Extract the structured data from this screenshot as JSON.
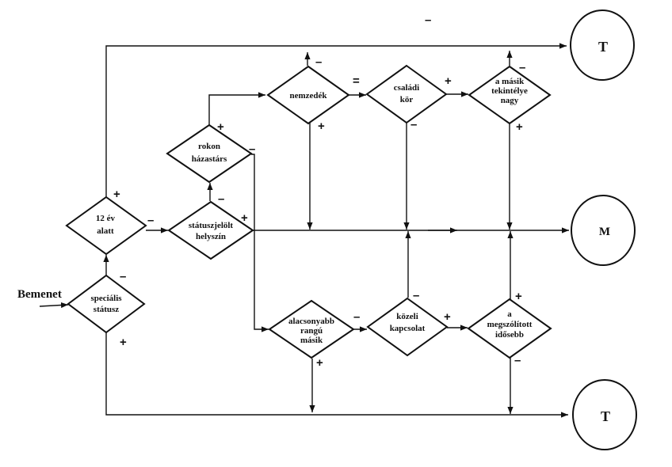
{
  "input_label": "Bemenet",
  "nodes": {
    "special_status": [
      "speciális",
      "státusz"
    ],
    "under_12": [
      "12 év",
      "alatt"
    ],
    "status_place": [
      "státuszjelölt",
      "helyszín"
    ],
    "relative_spouse": [
      "rokon",
      "házastárs"
    ],
    "generation": [
      "nemzedék"
    ],
    "family_circle": [
      "családi",
      "kör"
    ],
    "other_high_authority": [
      "a másik",
      "tekintélye",
      "nagy"
    ],
    "lower_rank_other": [
      "alacsonyabb",
      "rangú",
      "másik"
    ],
    "close_relation": [
      "közeli",
      "kapcsolat"
    ],
    "addressee_older": [
      "a",
      "megszólított",
      "idősebb"
    ]
  },
  "terminals": {
    "top": "T",
    "middle": "M",
    "bottom": "T"
  },
  "signs": {
    "top_minus": "–",
    "special_up_minus": "–",
    "special_down_plus": "+",
    "under12_up_plus": "+",
    "under12_right_minus": "–",
    "status_up_minus": "–",
    "status_right_plus": "+",
    "relative_up_plus": "+",
    "relative_right_minus": "–",
    "generation_up_minus": "–",
    "generation_right_equal": "=",
    "generation_down_plus": "+",
    "family_right_plus": "+",
    "family_down_minus": "–",
    "authority_up_minus": "–",
    "authority_down_plus": "+",
    "lower_right_minus": "–",
    "lower_down_plus": "+",
    "close_up_minus": "–",
    "close_right_plus": "+",
    "older_up_plus": "+",
    "older_down_minus": "–"
  }
}
